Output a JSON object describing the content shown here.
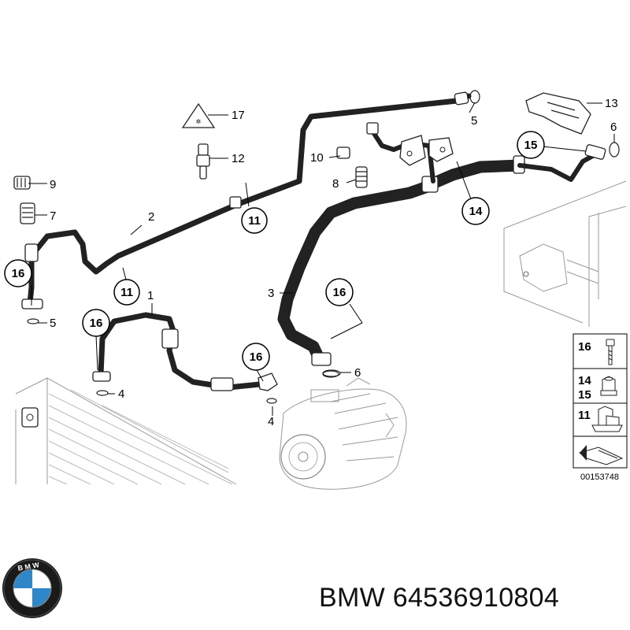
{
  "labels": {
    "n1": "1",
    "n2": "2",
    "n3": "3",
    "n4a": "4",
    "n4b": "4",
    "n5a": "5",
    "n5b": "5",
    "n6a": "6",
    "n6b": "6",
    "n7": "7",
    "n8": "8",
    "n9": "9",
    "n10": "10",
    "n12": "12",
    "n13": "13",
    "n17": "17",
    "c11a": "11",
    "c11b": "11",
    "c14": "14",
    "c15": "15",
    "c16a": "16",
    "c16b": "16",
    "c16c": "16",
    "c16d": "16"
  },
  "legend": {
    "l16": "16",
    "l14": "14",
    "l15": "15",
    "l11": "11",
    "code": "00153748"
  },
  "caption": "BMW 64536910804",
  "logo": {
    "text": "BMW",
    "ring_color": "#1a1a1a",
    "blue": "#2f86c8"
  }
}
